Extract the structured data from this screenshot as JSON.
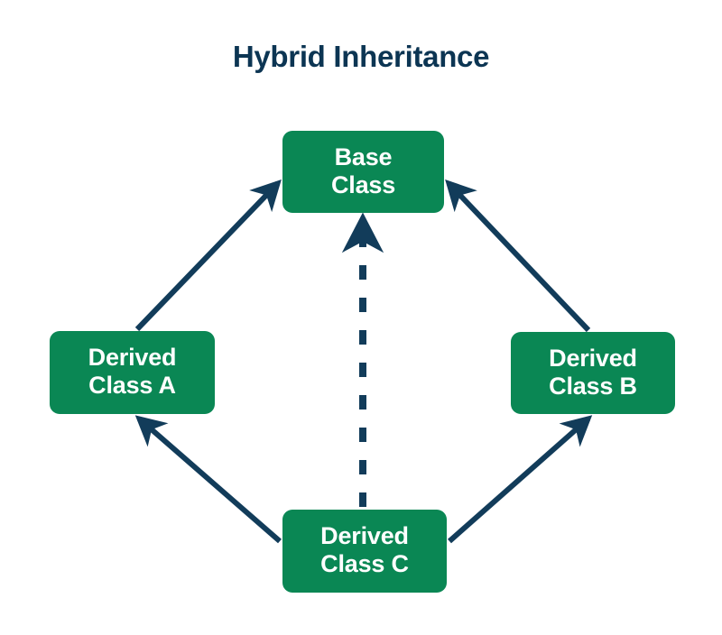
{
  "diagram": {
    "title": "Hybrid Inheritance",
    "title_color": "#0c3553",
    "node_fill": "#0a8754",
    "node_text_color": "#ffffff",
    "edge_color": "#123c5a",
    "background": "#ffffff",
    "nodes": [
      {
        "id": "base",
        "label": "Base\nClass"
      },
      {
        "id": "derived_a",
        "label": "Derived\nClass A"
      },
      {
        "id": "derived_b",
        "label": "Derived\nClass B"
      },
      {
        "id": "derived_c",
        "label": "Derived\nClass C"
      }
    ],
    "edges": [
      {
        "from": "derived_a",
        "to": "base",
        "style": "solid",
        "arrow": "single"
      },
      {
        "from": "derived_b",
        "to": "base",
        "style": "solid",
        "arrow": "single"
      },
      {
        "from": "derived_c",
        "to": "base",
        "style": "dashed",
        "arrow": "single"
      },
      {
        "from": "derived_c",
        "to": "derived_a",
        "style": "solid",
        "arrow": "single"
      },
      {
        "from": "derived_c",
        "to": "derived_b",
        "style": "solid",
        "arrow": "single"
      }
    ]
  }
}
